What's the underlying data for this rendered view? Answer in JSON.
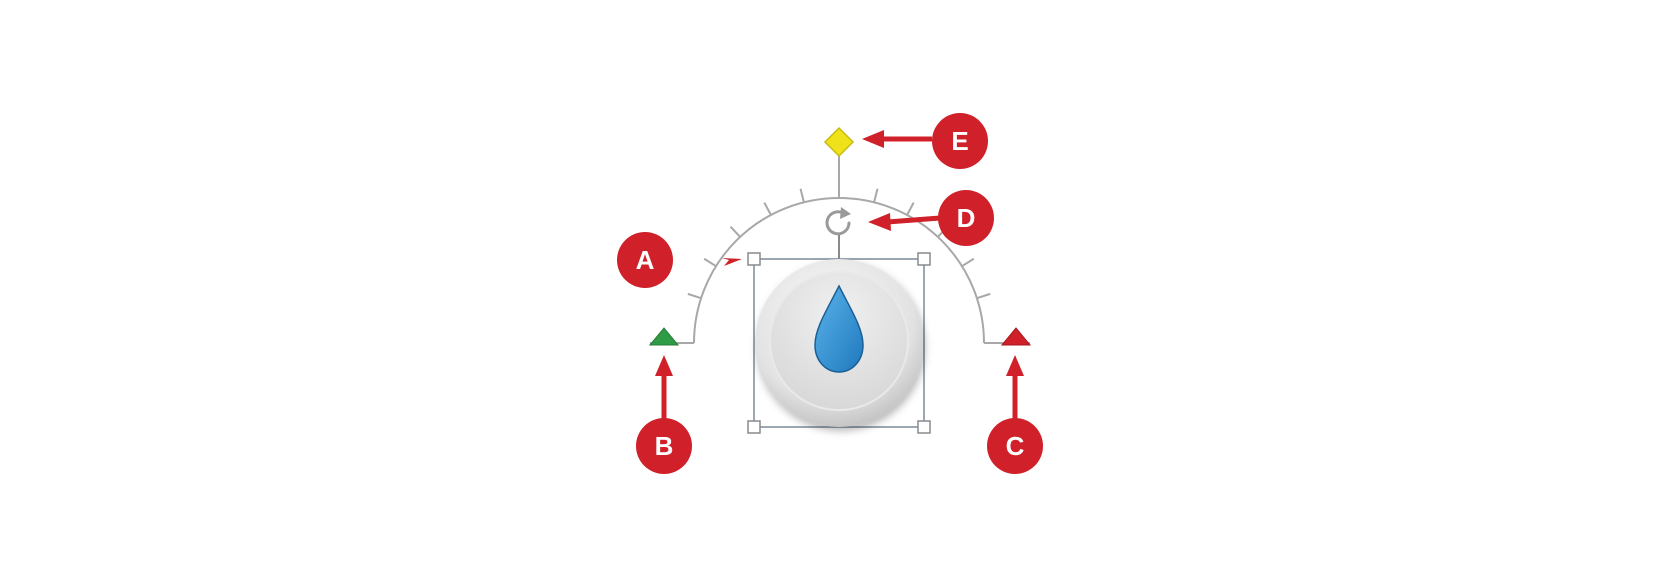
{
  "callouts": [
    {
      "id": "A",
      "label": "A",
      "target": "knob-selection-frame"
    },
    {
      "id": "B",
      "label": "B",
      "target": "start-marker"
    },
    {
      "id": "C",
      "label": "C",
      "target": "end-marker"
    },
    {
      "id": "D",
      "label": "D",
      "target": "rotate-handle"
    },
    {
      "id": "E",
      "label": "E",
      "target": "pointer-handle"
    }
  ],
  "icons": {
    "knob": "water-drop-icon",
    "rotate": "rotate-icon",
    "start_marker": "green-triangle-icon",
    "end_marker": "red-triangle-icon",
    "pointer": "yellow-diamond-icon"
  },
  "colors": {
    "callout": "#d0202a",
    "arc": "#a8a8a8",
    "frame": "#7a8a99",
    "drop": "#2e8fd0",
    "start_marker": "#2e9b47",
    "end_marker": "#d0202a",
    "pointer": "#f0e21a"
  }
}
